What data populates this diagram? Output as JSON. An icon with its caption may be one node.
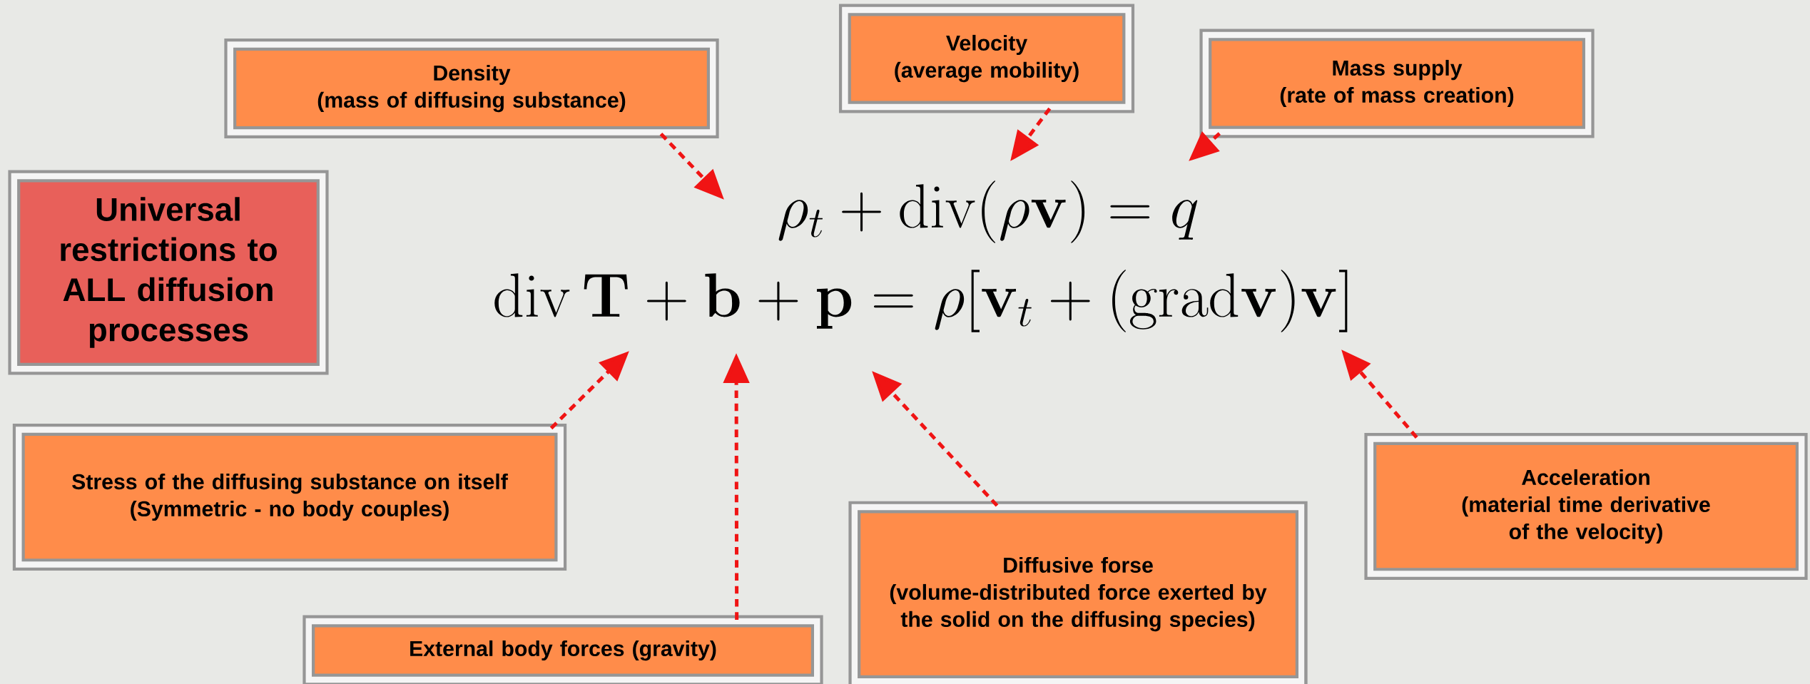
{
  "diagram": {
    "nodes": [
      {
        "text": [
          "Density",
          "(mass of diffusing substance)"
        ]
      },
      {
        "text": [
          "Velocity",
          "(average mobility)"
        ]
      },
      {
        "text": [
          "Mass supply",
          "(rate of mass creation)"
        ]
      },
      {
        "text": [
          "Universal restrictions to ALL diffusion processes"
        ]
      },
      {
        "text": [
          "Stress of the diffusing substance on itself",
          "(Symmetric - no body couples)"
        ]
      },
      {
        "text": [
          "External body forces (gravity)"
        ]
      },
      {
        "text": [
          "Diffusive forse",
          "(volume-distributed force exerted by the solid on the diffusing species)"
        ]
      },
      {
        "text": [
          "Acceleration",
          "(material time derivative of the velocity)"
        ]
      }
    ],
    "edges": [
      {
        "from": 0,
        "to": null,
        "arrow": "to",
        "style": "dashed"
      },
      {
        "from": 1,
        "to": null,
        "arrow": "to",
        "style": "dashed"
      },
      {
        "from": 2,
        "to": null,
        "arrow": "to",
        "style": "dashed"
      },
      {
        "from": 4,
        "to": null,
        "arrow": "to",
        "style": "dashed"
      },
      {
        "from": 5,
        "to": null,
        "arrow": "to",
        "style": "dashed"
      },
      {
        "from": 6,
        "to": null,
        "arrow": "to",
        "style": "dashed"
      },
      {
        "from": 7,
        "to": null,
        "arrow": "to",
        "style": "dashed"
      }
    ],
    "labels": [
      "\\rho_t+\\mathrm{div}(\\rho\\mathbf{v})=q",
      "\\mathrm{div}\\,\\mathbf{T}+\\mathbf{b}+\\mathbf{p}=\\rho[\\mathbf{v}_t+(\\mathrm{grad}\\mathbf{v})\\mathbf{v}]"
    ]
  }
}
